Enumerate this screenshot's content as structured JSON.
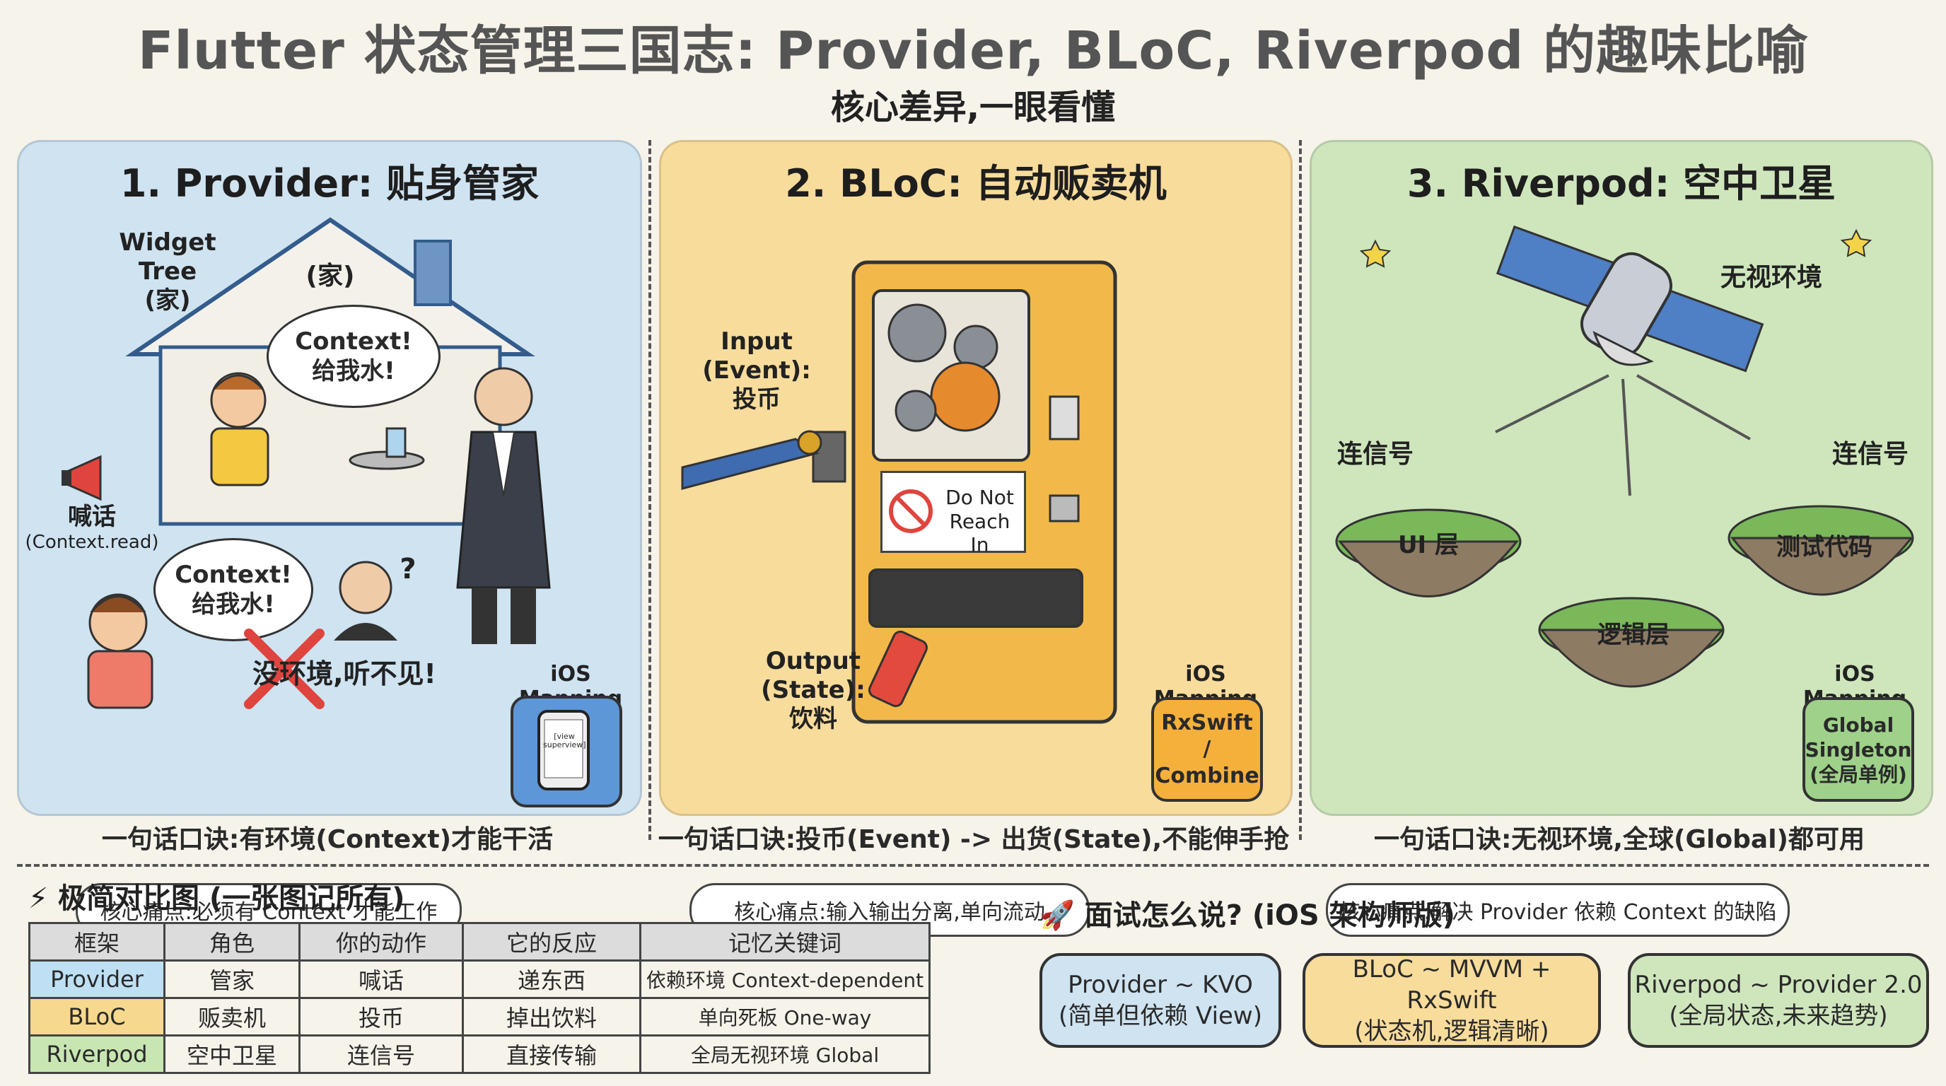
{
  "title": "Flutter 状态管理三国志: Provider, BLoC, Riverpod 的趣味比喻",
  "subtitle": "核心差异,一眼看懂",
  "panels": {
    "provider": {
      "title": "1. Provider: 贴身管家",
      "widget_tree": "Widget Tree",
      "widget_tree_sub": "(家)",
      "house_label": "(家)",
      "bubble1_line1": "Context!",
      "bubble1_line2": "给我水!",
      "shout": "喊话",
      "shout_sub": "(Context.read)",
      "bubble2_line1": "Context!",
      "bubble2_line2": "给我水!",
      "question": "?",
      "no_env": "没环境,听不见!",
      "ios_label": "iOS Mapping",
      "phone_text": "[view superview]",
      "pain": "核心痛点:必须有 Context 才能工作",
      "motto": "一句话口诀:有环境(Context)才能干活"
    },
    "bloc": {
      "title": "2. BLoC: 自动贩卖机",
      "input_line1": "Input (Event):",
      "input_line2": "投币",
      "sign_line1": "Do Not",
      "sign_line2": "Reach In",
      "output_line1": "Output (State):",
      "output_line2": "饮料",
      "ios_label": "iOS Mapping",
      "ios_box": "RxSwift / Combine",
      "pain": "核心痛点:输入输出分离,单向流动",
      "motto": "一句话口诀:投币(Event) -> 出货(State),不能伸手抢"
    },
    "riverpod": {
      "title": "3. Riverpod: 空中卫星",
      "ignore_env": "无视环境",
      "connect_left": "连信号",
      "connect_right": "连信号",
      "island_ui": "UI 层",
      "island_logic": "逻辑层",
      "island_test": "测试代码",
      "ios_label": "iOS Mapping",
      "ios_box_line1": "Global",
      "ios_box_line2": "Singleton",
      "ios_box_line3": "(全局单例)",
      "pain": "核心痛点:解决 Provider 依赖 Context 的缺陷",
      "motto": "一句话口诀:无视环境,全球(Global)都可用"
    }
  },
  "comparison": {
    "icon": "lightning-icon",
    "title": "⚡ 极简对比图 (一张图记所有)",
    "headers": [
      "框架",
      "角色",
      "你的动作",
      "它的反应",
      "记忆关键词"
    ],
    "rows": [
      {
        "name": "Provider",
        "color": "#bfe0f4",
        "cells": [
          "管家",
          "喊话",
          "递东西",
          "依赖环境 Context-dependent"
        ]
      },
      {
        "name": "BLoC",
        "color": "#f6d98e",
        "cells": [
          "贩卖机",
          "投币",
          "掉出饮料",
          "单向死板 One-way"
        ]
      },
      {
        "name": "Riverpod",
        "color": "#c8e6b2",
        "cells": [
          "空中卫星",
          "连信号",
          "直接传输",
          "全局无视环境 Global"
        ]
      }
    ]
  },
  "interview": {
    "icon": "rocket-icon",
    "title": "🚀 面试怎么说? (iOS 架构师版)",
    "items": [
      {
        "line1": "Provider ~ KVO",
        "line2": "(简单但依赖 View)",
        "color": "#cfe3f1"
      },
      {
        "line1": "BLoC ~ MVVM + RxSwift",
        "line2": "(状态机,逻辑清晰)",
        "color": "#f8dc9c"
      },
      {
        "line1": "Riverpod ~ Provider 2.0",
        "line2": "(全局状态,未来趋势)",
        "color": "#cfe6bd"
      }
    ]
  },
  "colors": {
    "provider_bg": "#cfe3f1",
    "bloc_bg": "#f8dc9c",
    "riverpod_bg": "#cfe6bd",
    "cross": "#e0443e"
  }
}
